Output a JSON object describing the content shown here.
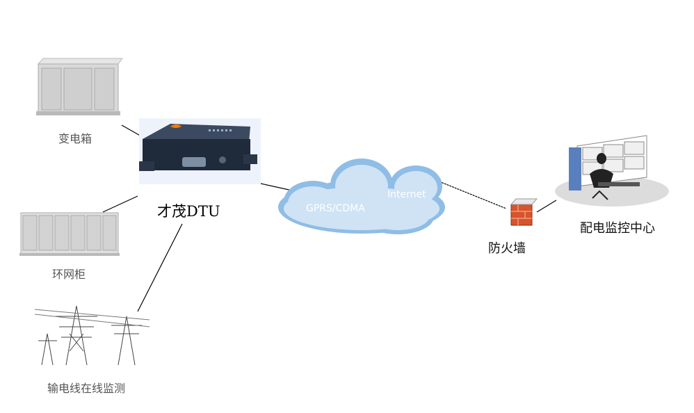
{
  "nodes": {
    "transformer_box": {
      "label": "变电箱"
    },
    "ring_main_unit": {
      "label": "环网柜"
    },
    "power_line": {
      "label": "输电线在线监测"
    },
    "dtu": {
      "label": "才茂DTU"
    },
    "cloud": {
      "label_left": "GPRS/CDMA",
      "label_right": "Internet"
    },
    "firewall": {
      "label": "防火墙"
    },
    "monitor_center": {
      "label": "配电监控中心"
    }
  },
  "colors": {
    "cloud_fill": "#cfe3f5",
    "cloud_edge": "#8fbde6",
    "firewall_brick": "#d9532b",
    "dtu_body": "#1f2a3a",
    "cabinet": "#d9d9d9"
  }
}
